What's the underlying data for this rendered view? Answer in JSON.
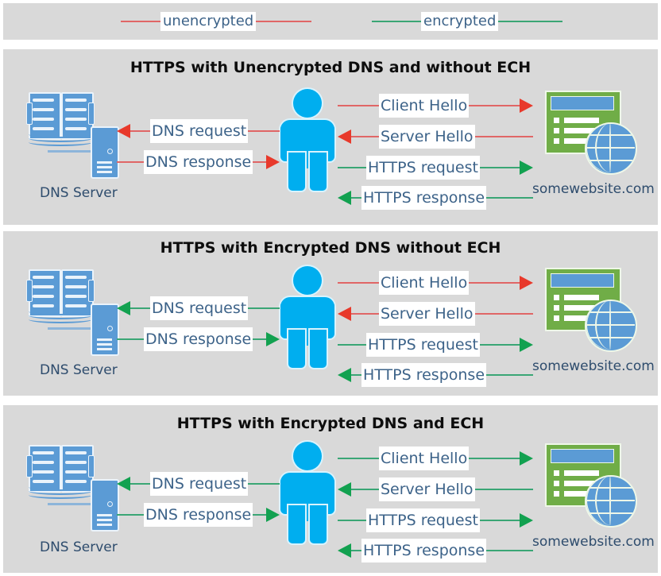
{
  "legend": {
    "items": [
      {
        "label": "unencrypted",
        "color": "#e06666",
        "line_color": "#e06666"
      },
      {
        "label": "encrypted",
        "color": "#3aa675",
        "line_color": "#3aa675"
      }
    ]
  },
  "colors": {
    "panel_background": "#d9d9d9",
    "page_background": "#ffffff",
    "unencrypted": "#e8392b",
    "unencrypted_line": "#e06666",
    "encrypted": "#12a150",
    "encrypted_line": "#3aa675",
    "label_text": "#3d6389",
    "title_text": "#0d0d0d",
    "node_text": "#2e4c6d",
    "person_blue": "#00aeef",
    "server_blue": "#5b9bd5",
    "browser_green": "#70ad47"
  },
  "nodes": {
    "dns_server_label": "DNS Server",
    "website_label": "somewebsite.com"
  },
  "panels": [
    {
      "title": "HTTPS with Unencrypted DNS and without ECH",
      "dns_flows": [
        {
          "label": "DNS request",
          "direction": "left",
          "secure": false
        },
        {
          "label": "DNS response",
          "direction": "right",
          "secure": false
        }
      ],
      "web_flows": [
        {
          "label": "Client Hello",
          "direction": "right",
          "secure": false
        },
        {
          "label": "Server Hello",
          "direction": "left",
          "secure": false
        },
        {
          "label": "HTTPS request",
          "direction": "right",
          "secure": true
        },
        {
          "label": "HTTPS response",
          "direction": "left",
          "secure": true
        }
      ]
    },
    {
      "title": "HTTPS with Encrypted DNS without ECH",
      "dns_flows": [
        {
          "label": "DNS request",
          "direction": "left",
          "secure": true
        },
        {
          "label": "DNS response",
          "direction": "right",
          "secure": true
        }
      ],
      "web_flows": [
        {
          "label": "Client Hello",
          "direction": "right",
          "secure": false
        },
        {
          "label": "Server Hello",
          "direction": "left",
          "secure": false
        },
        {
          "label": "HTTPS request",
          "direction": "right",
          "secure": true
        },
        {
          "label": "HTTPS response",
          "direction": "left",
          "secure": true
        }
      ]
    },
    {
      "title": "HTTPS with Encrypted DNS and ECH",
      "dns_flows": [
        {
          "label": "DNS request",
          "direction": "left",
          "secure": true
        },
        {
          "label": "DNS response",
          "direction": "right",
          "secure": true
        }
      ],
      "web_flows": [
        {
          "label": "Client Hello",
          "direction": "right",
          "secure": true
        },
        {
          "label": "Server Hello",
          "direction": "left",
          "secure": true
        },
        {
          "label": "HTTPS request",
          "direction": "right",
          "secure": true
        },
        {
          "label": "HTTPS response",
          "direction": "left",
          "secure": true
        }
      ]
    }
  ]
}
